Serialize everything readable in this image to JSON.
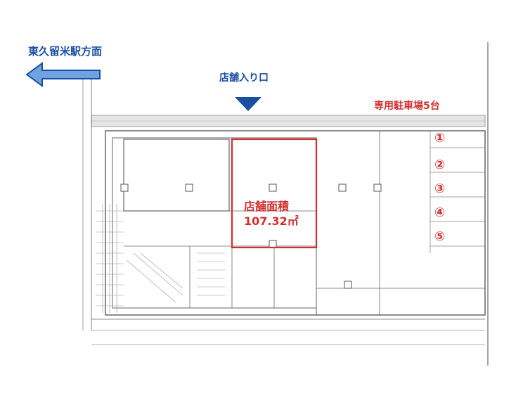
{
  "annotations": {
    "direction_label": "東久留米駅方面",
    "entrance_label": "店舗入り口",
    "parking_label": "専用駐車場5台",
    "store_area_title": "店舗面積",
    "store_area_value": "107.32㎡",
    "parking_spaces": [
      "①",
      "②",
      "③",
      "④",
      "⑤"
    ]
  },
  "colors": {
    "blue": "#1a4fa3",
    "red": "#d32f2f",
    "line": "#777777"
  },
  "icons": {
    "arrow_left": "arrow-left-icon",
    "entrance_marker": "triangle-down-icon"
  }
}
